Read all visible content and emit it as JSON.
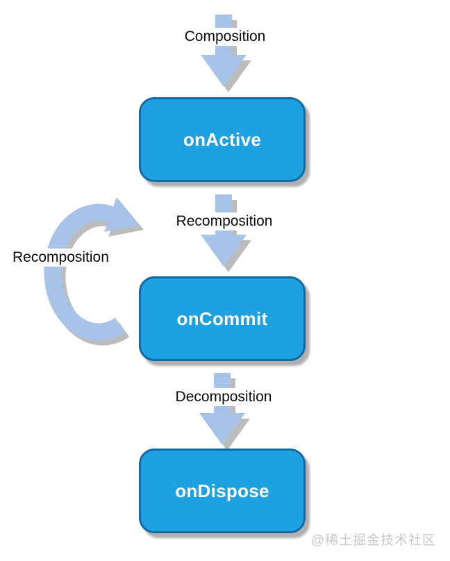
{
  "labels": {
    "composition": "Composition",
    "recomposition_mid": "Recomposition",
    "recomposition_loop": "Recomposition",
    "decomposition": "Decomposition"
  },
  "nodes": [
    {
      "label": "onActive"
    },
    {
      "label": "onCommit"
    },
    {
      "label": "onDispose"
    }
  ],
  "watermark": {
    "text": "@稀土掘金技术社区"
  },
  "colors": {
    "background": "#ffffff",
    "node_fill": "#1ea1e0",
    "node_border": "#1469a2",
    "node_text": "#ffffff",
    "node_shadow": "#b0b0b0",
    "arrow_fill": "#a8c3e8",
    "arrow_shadow": "#bcbcbc",
    "label_text": "#0a0a0a",
    "label_bg": "#ffffff",
    "watermark": "#c9c9c9"
  }
}
